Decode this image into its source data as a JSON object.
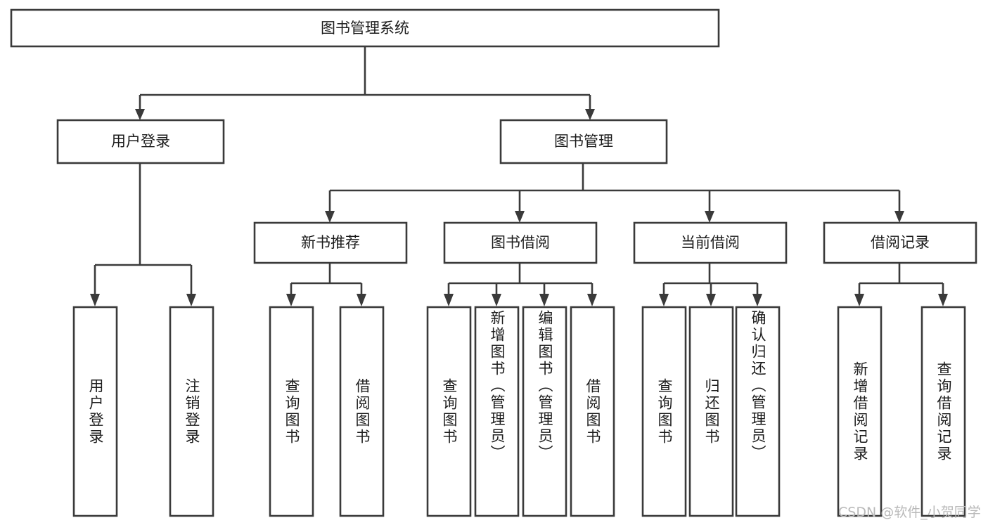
{
  "diagram": {
    "type": "tree",
    "title": "图书管理系统",
    "orientation": "top-down",
    "colors": {
      "box_stroke": "#3a3a3a",
      "box_fill": "#ffffff",
      "text": "#1c1c1c",
      "background": "#ffffff",
      "watermark": "#b9b9b9"
    },
    "root": {
      "label": "图书管理系统"
    },
    "level2": [
      {
        "label": "用户登录"
      },
      {
        "label": "图书管理"
      }
    ],
    "level3": [
      {
        "label": "新书推荐"
      },
      {
        "label": "图书借阅"
      },
      {
        "label": "当前借阅"
      },
      {
        "label": "借阅记录"
      }
    ],
    "leaves": {
      "user_login": [
        {
          "label": "用户登录"
        },
        {
          "label": "注销登录"
        }
      ],
      "new_book_recommend": [
        {
          "label": "查询图书"
        },
        {
          "label": "借阅图书"
        }
      ],
      "book_borrow": [
        {
          "label": "查询图书"
        },
        {
          "label": "新增图书（管理员）"
        },
        {
          "label": "编辑图书（管理员）"
        },
        {
          "label": "借阅图书"
        }
      ],
      "current_borrow": [
        {
          "label": "查询图书"
        },
        {
          "label": "归还图书"
        },
        {
          "label": "确认归还（管理员）"
        }
      ],
      "borrow_record": [
        {
          "label": "新增借阅记录"
        },
        {
          "label": "查询借阅记录"
        }
      ]
    }
  },
  "watermark": {
    "text": "CSDN @软件_小贺同学"
  }
}
